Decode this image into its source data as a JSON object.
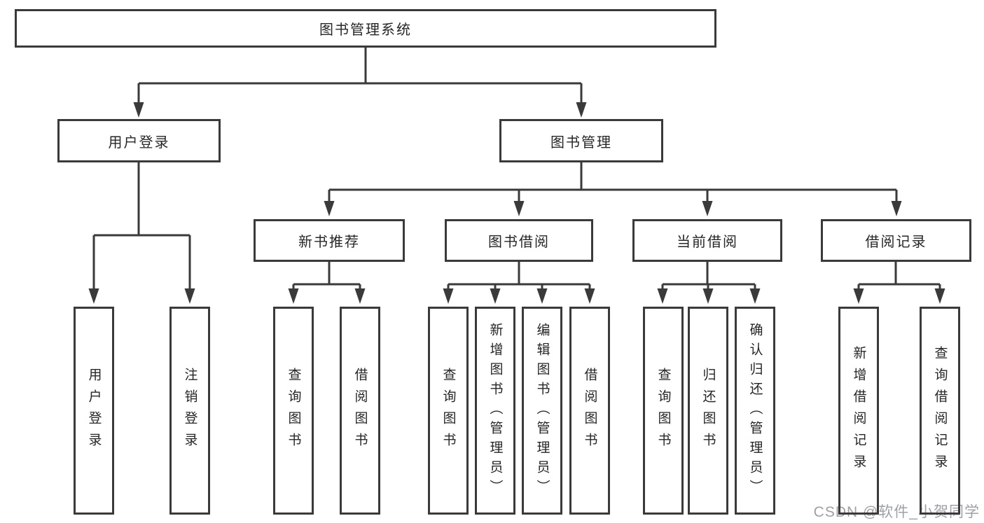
{
  "diagram_title": "图书管理系统",
  "tree": {
    "root": {
      "label": "图书管理系统",
      "children": [
        {
          "label": "用户登录",
          "children": [
            {
              "label": "用户登录"
            },
            {
              "label": "注销登录"
            }
          ]
        },
        {
          "label": "图书管理",
          "children": [
            {
              "label": "新书推荐",
              "children": [
                {
                  "label": "查询图书"
                },
                {
                  "label": "借阅图书"
                }
              ]
            },
            {
              "label": "图书借阅",
              "children": [
                {
                  "label": "查询图书"
                },
                {
                  "label": "新增图书（管理员）"
                },
                {
                  "label": "编辑图书（管理员）"
                },
                {
                  "label": "借阅图书"
                }
              ]
            },
            {
              "label": "当前借阅",
              "children": [
                {
                  "label": "查询图书"
                },
                {
                  "label": "归还图书"
                },
                {
                  "label": "确认归还（管理员）"
                }
              ]
            },
            {
              "label": "借阅记录",
              "children": [
                {
                  "label": "新增借阅记录"
                },
                {
                  "label": "查询借阅记录"
                }
              ]
            }
          ]
        }
      ]
    }
  },
  "watermark": {
    "text": "CSDN @软件_小贺同学"
  },
  "colors": {
    "line": "#3a3a3a",
    "box_border": "#3a3a3a",
    "text": "#262626",
    "watermark": "#9da1a6",
    "background": "#ffffff"
  }
}
